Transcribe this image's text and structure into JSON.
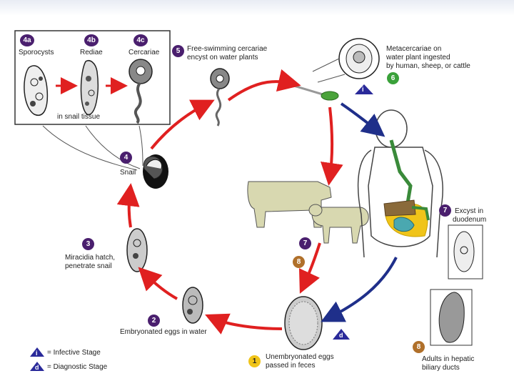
{
  "inset": {
    "stage_4a_num": "4a",
    "stage_4a_label": "Sporocysts",
    "stage_4b_num": "4b",
    "stage_4b_label": "Rediae",
    "stage_4c_num": "4c",
    "stage_4c_label": "Cercariae",
    "caption": "in snail tissue"
  },
  "stages": {
    "s5_num": "5",
    "s5_text_1": "Free-swimming cercariae",
    "s5_text_2": "encyst on water plants",
    "s6_text_1": "Metacercariae on",
    "s6_text_2": "water plant ingested",
    "s6_text_3": "by human, sheep, or cattle",
    "s6_num": "6",
    "s4_num": "4",
    "s4_text": "Snail",
    "s3_num": "3",
    "s3_text_1": "Miracidia hatch,",
    "s3_text_2": "penetrate snail",
    "s2_num": "2",
    "s2_text": "Embryonated eggs in water",
    "s1_num": "1",
    "s1_text_1": "Unembryonated eggs",
    "s1_text_2": "passed in feces",
    "s7_num": "7",
    "s7_text_1": "Excyst in",
    "s7_text_2": "duodenum",
    "s8_num": "8",
    "s8_text_1": "Adults in hepatic",
    "s8_text_2": "biliary ducts",
    "animal_7": "7",
    "animal_8": "8"
  },
  "legend": {
    "infective_letter": "i",
    "infective_label": "= Infective Stage",
    "diagnostic_letter": "d",
    "diagnostic_label": "= Diagnostic Stage"
  },
  "markers": {
    "i_marker": "i",
    "d_marker": "d"
  },
  "colors": {
    "red_arrow": "#e02020",
    "blue_arrow": "#1f2f8a",
    "purple_badge": "#4a1f6e",
    "green_badge": "#3aa13a",
    "brown_badge": "#b0702a",
    "yellow_badge": "#f0c419"
  }
}
